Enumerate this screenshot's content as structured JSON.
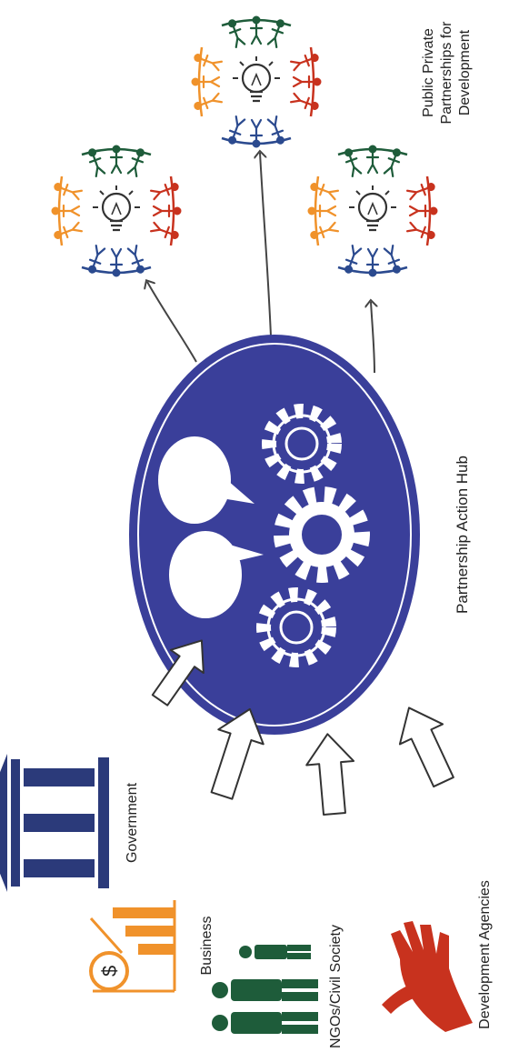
{
  "stakeholders": {
    "government": "Government",
    "business": "Business",
    "ngos": "NGOs/Civil Society",
    "agencies": "Development Agencies"
  },
  "hub": {
    "label": "Partnership Action Hub"
  },
  "outcome": {
    "line1": "Public Private",
    "line2": "Partnerships for",
    "line3": "Development"
  },
  "colors": {
    "hub_fill": "#3a3f9a",
    "government": "#2b3a7a",
    "business": "#f0922b",
    "ngos": "#1e5c3a",
    "agencies": "#c8321e",
    "people_orange": "#f0922b",
    "people_blue": "#2b4a8f",
    "people_green": "#1e5c3a",
    "people_red": "#c8321e"
  }
}
